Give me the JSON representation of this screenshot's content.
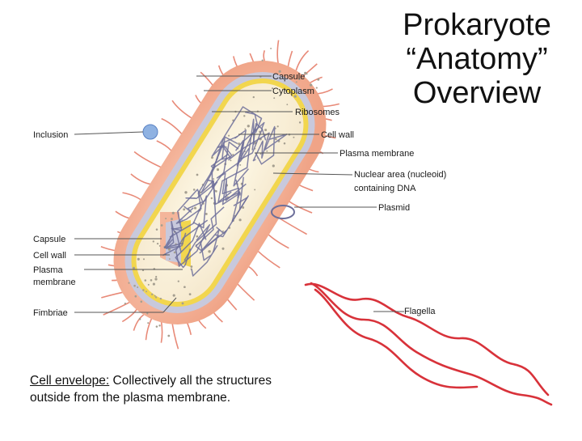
{
  "title_lines": [
    "Prokaryote",
    "“Anatomy”",
    "Overview"
  ],
  "labels": {
    "capsule_top": "Capsule",
    "cytoplasm": "Cytoplasm",
    "ribosomes": "Ribosomes",
    "inclusion": "Inclusion",
    "cell_wall_right": "Cell wall",
    "plasma_membrane_right": "Plasma membrane",
    "nuclear_area_line1": "Nuclear area (nucleoid)",
    "nuclear_area_line2": "containing DNA",
    "plasmid": "Plasmid",
    "capsule_left": "Capsule",
    "cell_wall_left": "Cell wall",
    "plasma_membrane_left_line1": "Plasma",
    "plasma_membrane_left_line2": "membrane",
    "fimbriae": "Fimbriae",
    "flagella": "Flagella"
  },
  "note": {
    "term": "Cell envelope:",
    "line1_rest": " Collectively all the structures",
    "line2": "outside from the plasma membrane."
  },
  "colors": {
    "capsule": "#f4b59a",
    "cell_wall": "#c8c9dc",
    "membrane": "#f2d64e",
    "cytoplasm": "#fbf4dc",
    "dna": "#6d6f9a",
    "flagella": "#d8323a",
    "fimbriae": "#e88a78"
  }
}
